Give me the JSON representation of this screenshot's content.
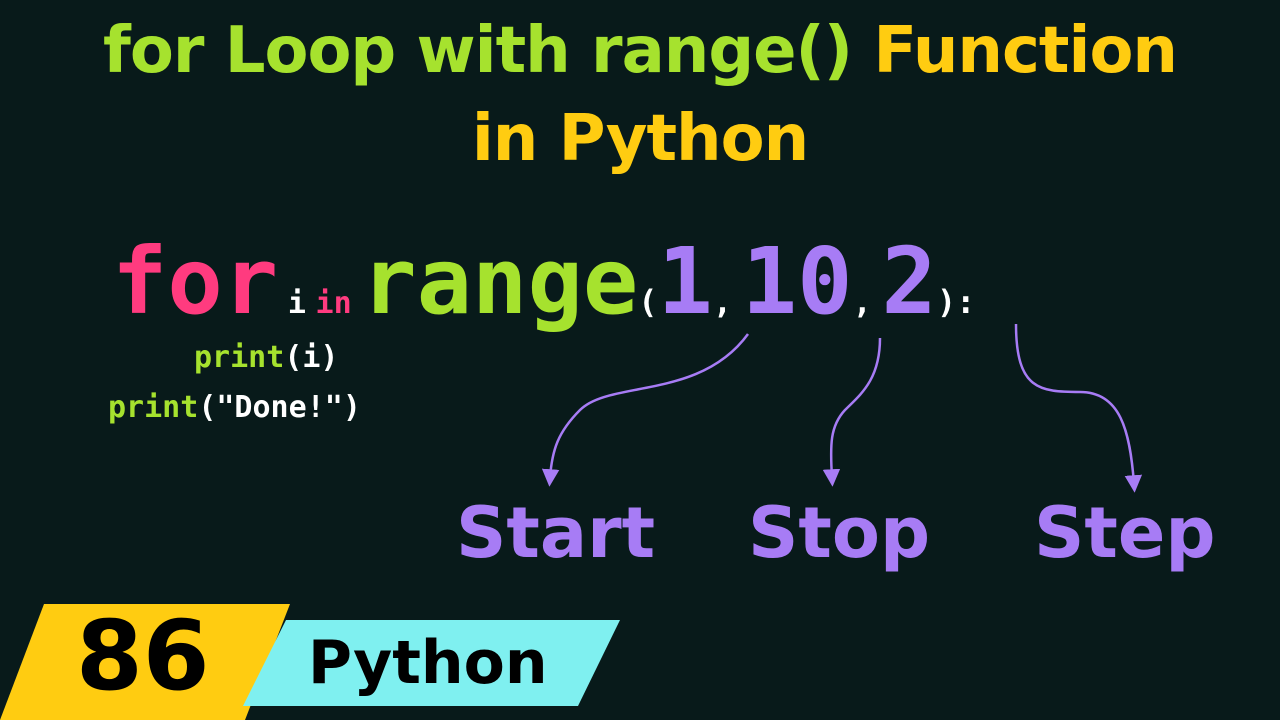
{
  "title": {
    "line1_part1": "for Loop with range()",
    "line1_part2": "Function",
    "line2": "in Python"
  },
  "code": {
    "kw_for": "for",
    "var_i": "i",
    "kw_in": "in",
    "fn_range": "range",
    "open_paren": "(",
    "arg_start": "1",
    "comma1": ",",
    "arg_stop": "10",
    "comma2": ",",
    "arg_step": "2",
    "close": "):",
    "line2_fn": "print",
    "line2_rest": "(i)",
    "line3_fn": "print",
    "line3_open": "(",
    "line3_str": "\"Done!\"",
    "line3_close": ")"
  },
  "params": {
    "start": "Start",
    "stop": "Stop",
    "step": "Step"
  },
  "badge": {
    "number": "86",
    "language": "Python"
  },
  "colors": {
    "background": "#081a1a",
    "keyword": "#ff3b7f",
    "function": "#a6e22e",
    "number": "#a77cf5",
    "title_lime": "#a6e22e",
    "title_yellow": "#ffcc11",
    "badge_number_bg": "#ffcc11",
    "badge_lang_bg": "#7ff0f0"
  }
}
